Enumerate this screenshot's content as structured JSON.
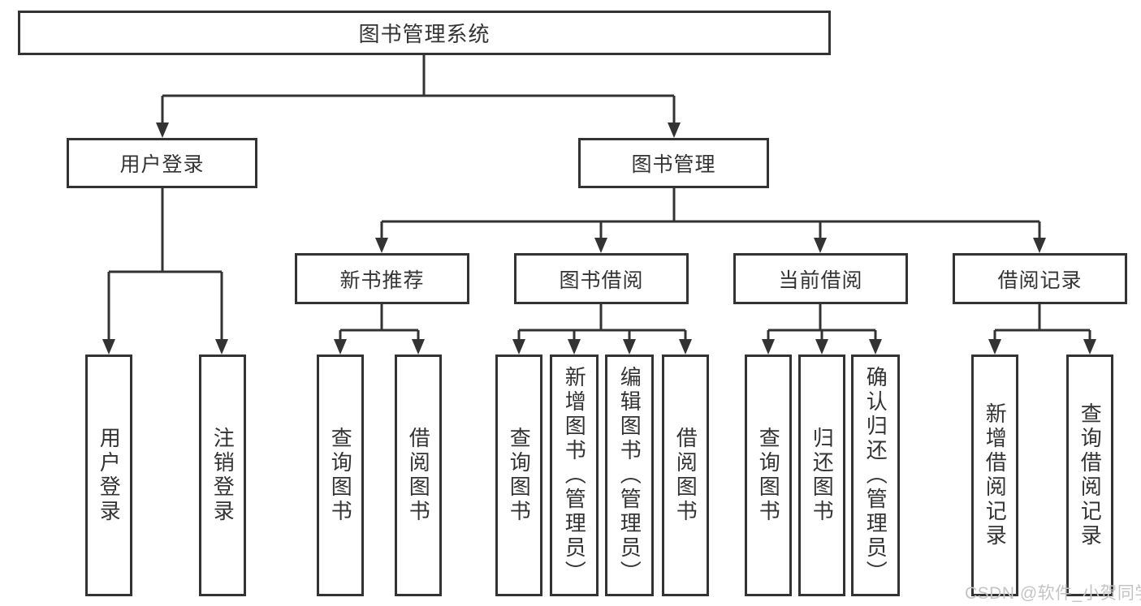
{
  "tree": {
    "root": {
      "label": "图书管理系统"
    },
    "branches": [
      {
        "label": "用户登录",
        "children": [
          {
            "label": "用户登录"
          },
          {
            "label": "注销登录"
          }
        ]
      },
      {
        "label": "图书管理",
        "children": [
          {
            "label": "新书推荐",
            "children": [
              {
                "label": "查询图书"
              },
              {
                "label": "借阅图书"
              }
            ]
          },
          {
            "label": "图书借阅",
            "children": [
              {
                "label": "查询图书"
              },
              {
                "label": "新增图书（管理员）"
              },
              {
                "label": "编辑图书（管理员）"
              },
              {
                "label": "借阅图书"
              }
            ]
          },
          {
            "label": "当前借阅",
            "children": [
              {
                "label": "查询图书"
              },
              {
                "label": "归还图书"
              },
              {
                "label": "确认归还（管理员）"
              }
            ]
          },
          {
            "label": "借阅记录",
            "children": [
              {
                "label": "新增借阅记录"
              },
              {
                "label": "查询借阅记录"
              }
            ]
          }
        ]
      }
    ]
  },
  "watermark": "CSDN @软件_小贺同学",
  "colors": {
    "line": "#333333",
    "text": "#333333",
    "box_background": "#ffffff",
    "watermark": "#c4c4c4"
  }
}
